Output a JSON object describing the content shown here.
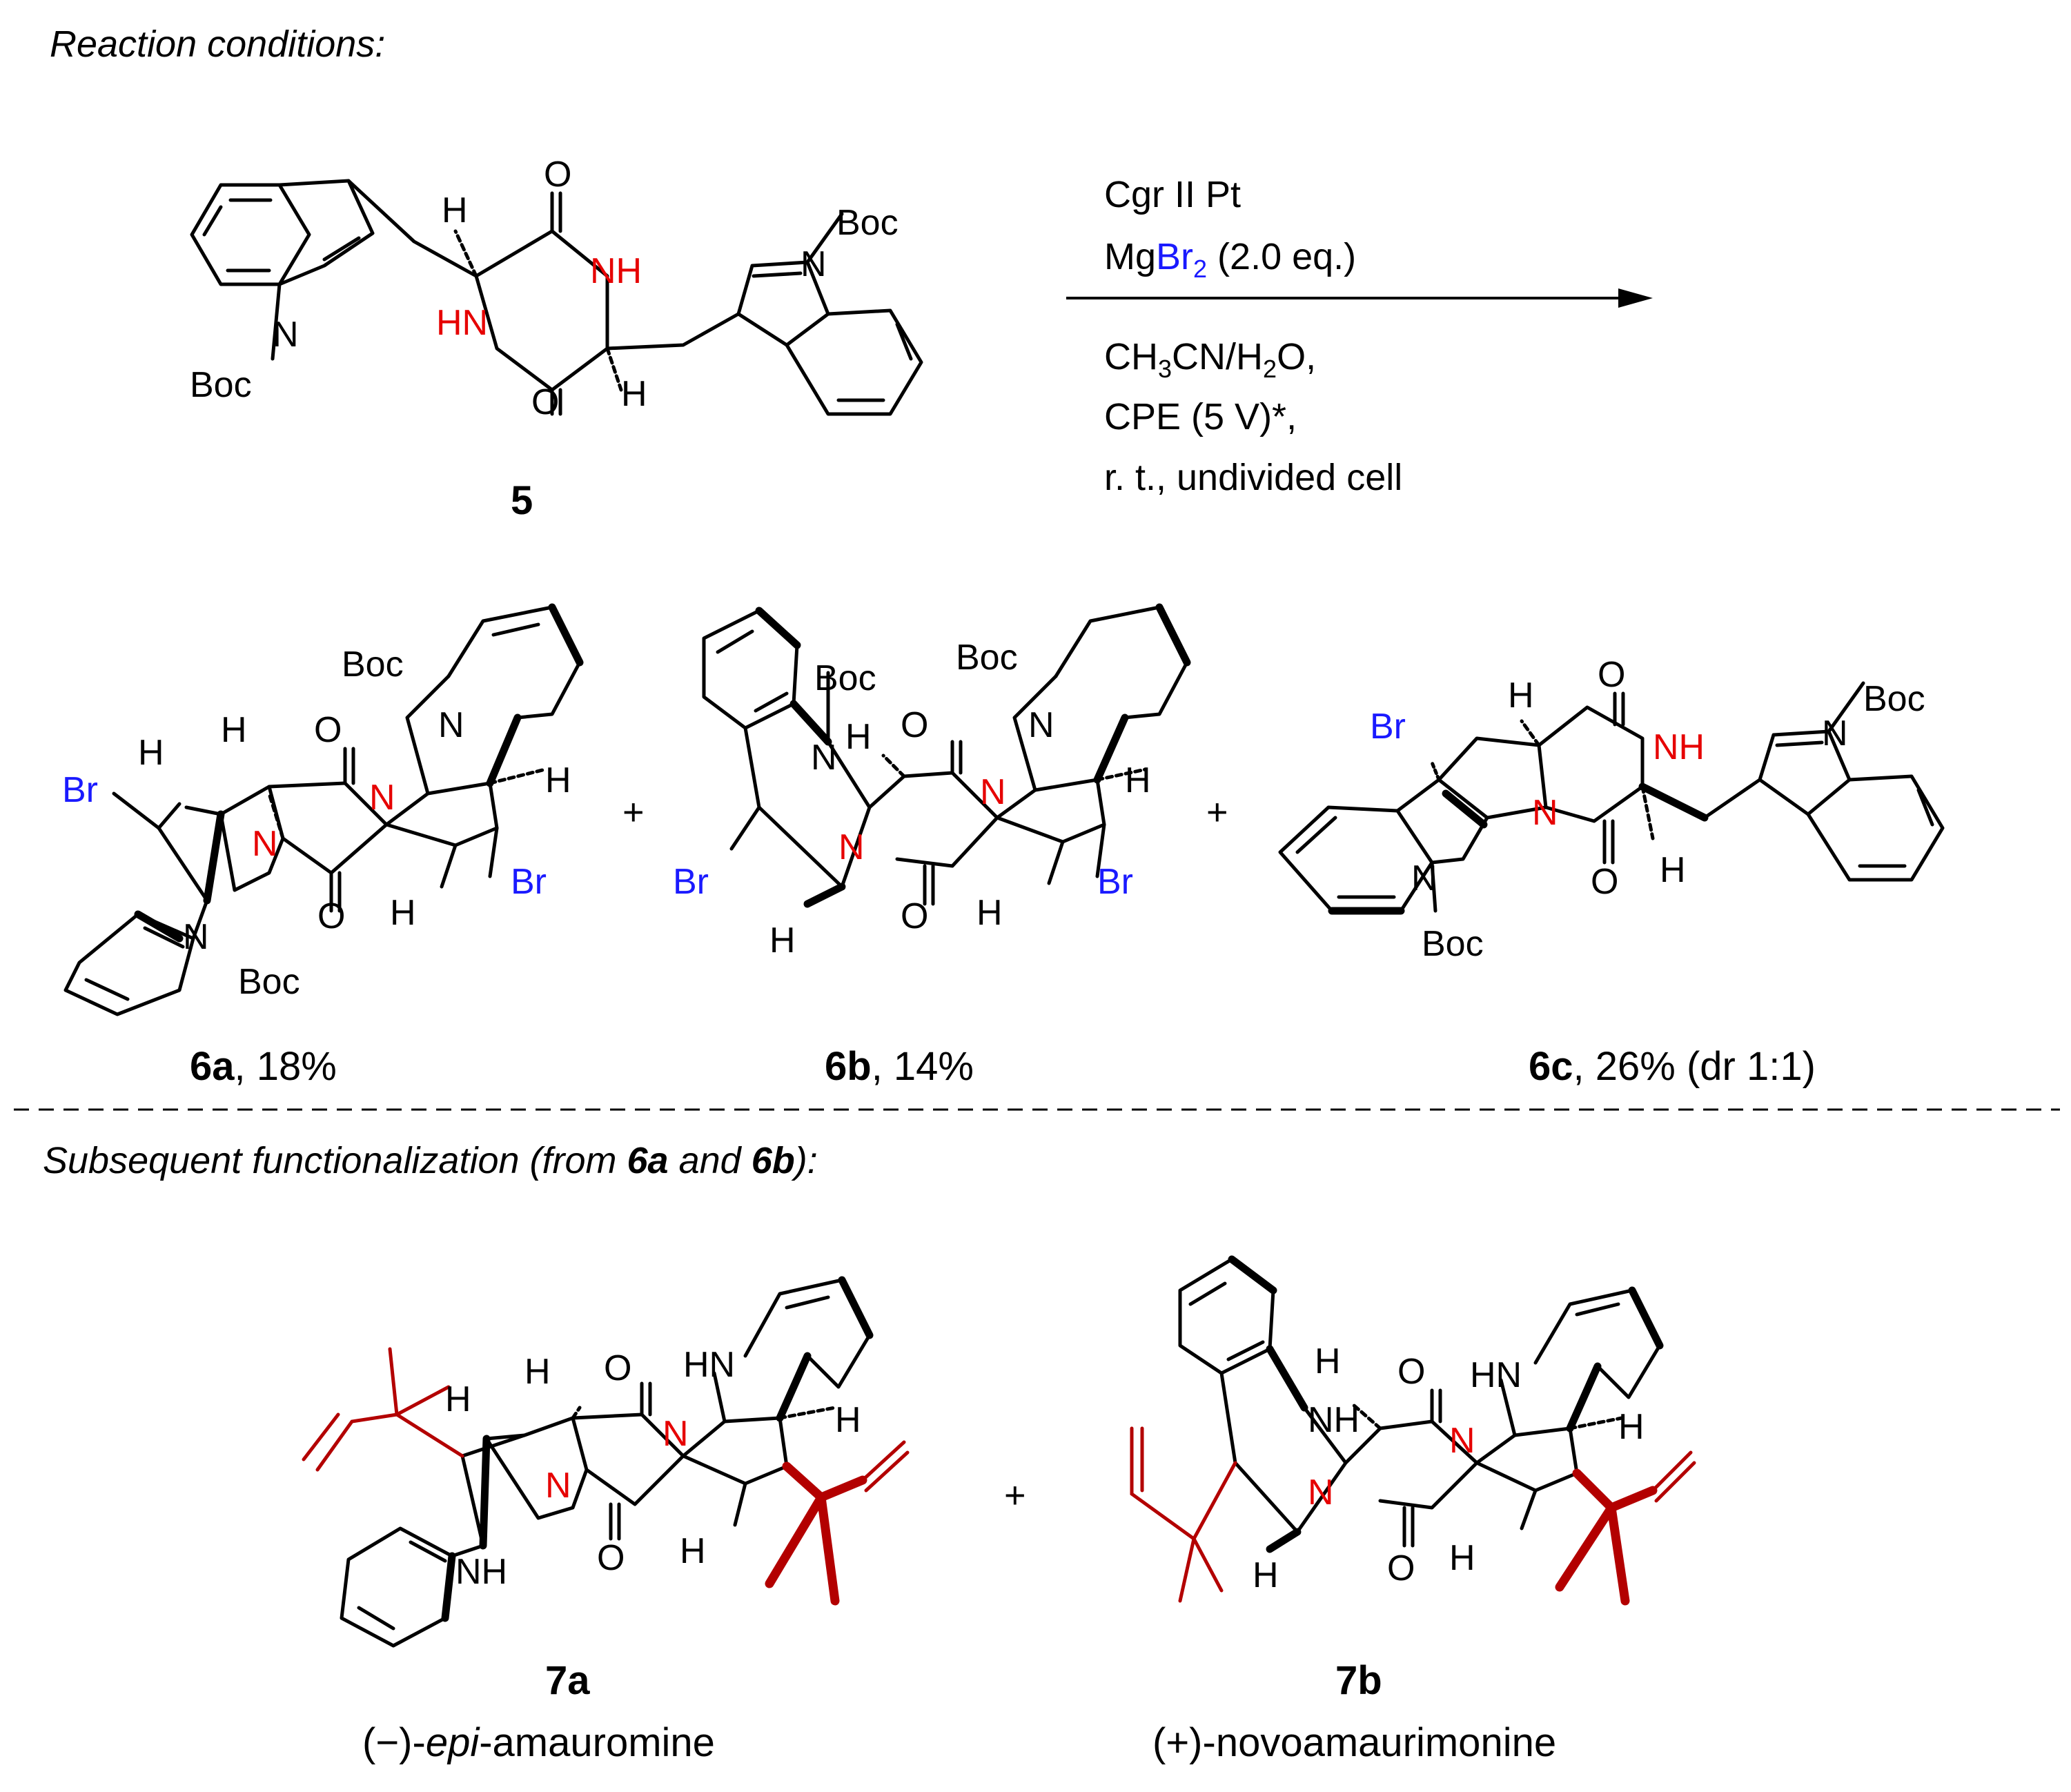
{
  "headings": {
    "reaction_conditions": "Reaction conditions:",
    "subsequent_prefix": "Subsequent functionalization (from ",
    "subsequent_6a": "6a",
    "subsequent_and": " and ",
    "subsequent_6b": "6b",
    "subsequent_suffix": "):"
  },
  "conditions": {
    "line1": "Cgr II Pt",
    "line2_mg": "Mg",
    "line2_br": "Br",
    "line2_sub": "2",
    "line2_rest": " (2.0 eq.)",
    "line3_a": "CH",
    "line3_sub3": "3",
    "line3_b": "CN/H",
    "line3_sub2": "2",
    "line3_c": "O,",
    "line4": "CPE (5 V)*,",
    "line5": "r. t., undivided cell"
  },
  "atoms": {
    "H": "H",
    "O": "O",
    "N": "N",
    "NH": "NH",
    "HN": "HN",
    "Boc": "Boc",
    "Br": "Br",
    "NH_pair": "NH",
    "plus": "+"
  },
  "compounds": {
    "c5": {
      "number": "5"
    },
    "c6a": {
      "number": "6a",
      "yield": ", 18%"
    },
    "c6b": {
      "number": "6b",
      "yield": ", 14%"
    },
    "c6c": {
      "number": "6c",
      "yield": ", 26% (dr 1:1)"
    },
    "c7a": {
      "number": "7a",
      "name_prefix": "(−)-",
      "name_italic": "epi",
      "name_suffix": "-amauromine"
    },
    "c7b": {
      "number": "7b",
      "name": "(+)-novoamaurimonine"
    }
  },
  "colors": {
    "heteroatom_red": "#e60000",
    "bromine_blue": "#1a1aff",
    "prenyl_dark_red": "#b30000"
  }
}
